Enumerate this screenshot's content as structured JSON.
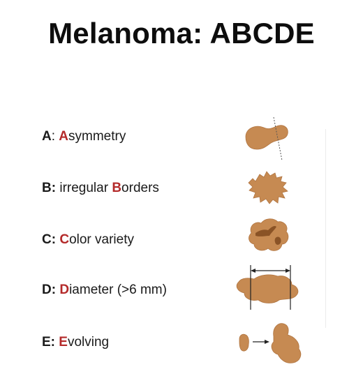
{
  "title": "Melanoma: ABCDE",
  "rows": [
    {
      "key": "A",
      "sep": ": ",
      "initial": "A",
      "rest": "symmetry"
    },
    {
      "key": "B:",
      "sep": " irregular ",
      "initial": "B",
      "rest": "orders"
    },
    {
      "key": "C:",
      "sep": " ",
      "initial": "C",
      "rest": "olor variety"
    },
    {
      "key": "D:",
      "sep": " ",
      "initial": "D",
      "rest": "iameter (>6 mm)"
    },
    {
      "key": "E:",
      "sep": " ",
      "initial": "E",
      "rest": "volving"
    }
  ],
  "colors": {
    "lesion_fill": "#c68a52",
    "lesion_dark": "#8a5326",
    "initial_letter": "#b42a2a",
    "guide_lines": "#222222"
  },
  "icons": [
    "asymmetric-lesion-icon",
    "irregular-border-lesion-icon",
    "color-variety-lesion-icon",
    "diameter-lesion-icon",
    "evolving-lesion-icon"
  ]
}
